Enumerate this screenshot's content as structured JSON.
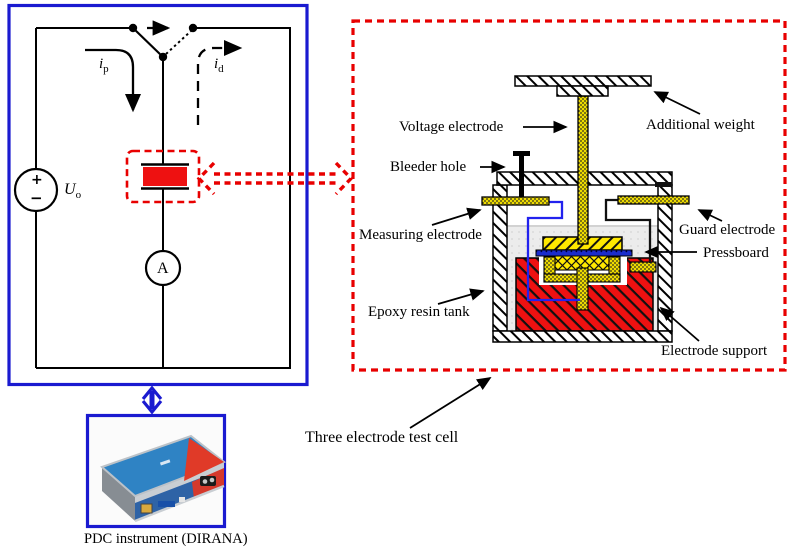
{
  "left_panel": {
    "source_label": {
      "base": "U",
      "sub": "o"
    },
    "polarization_current": {
      "base": "i",
      "sub": "p"
    },
    "depolarization_current": {
      "base": "i",
      "sub": "d"
    },
    "ammeter_label": "A",
    "plus": "+",
    "minus": "−",
    "instrument_caption": "PDC instrument (DIRANA)"
  },
  "right_panel": {
    "caption": "Three electrode test cell",
    "labels": {
      "voltage_electrode": "Voltage electrode",
      "additional_weight": "Additional weight",
      "bleeder_hole": "Bleeder hole",
      "measuring_electrode": "Measuring electrode",
      "guard_electrode": "Guard electrode",
      "pressboard": "Pressboard",
      "epoxy_resin_tank": "Epoxy resin tank",
      "electrode_support": "Electrode support"
    }
  },
  "colors": {
    "frame_blue": "#1a1ad0",
    "dashed_red": "#e80000",
    "sample_red": "#ee1111",
    "support_red": "#ee1111",
    "electrode_yellow": "#eedb00",
    "plate_yellow": "#ffe800",
    "wire_blue": "#2222ee",
    "pressboard_blue": "#1b2ccc",
    "liquid_gray": "#ececec"
  }
}
